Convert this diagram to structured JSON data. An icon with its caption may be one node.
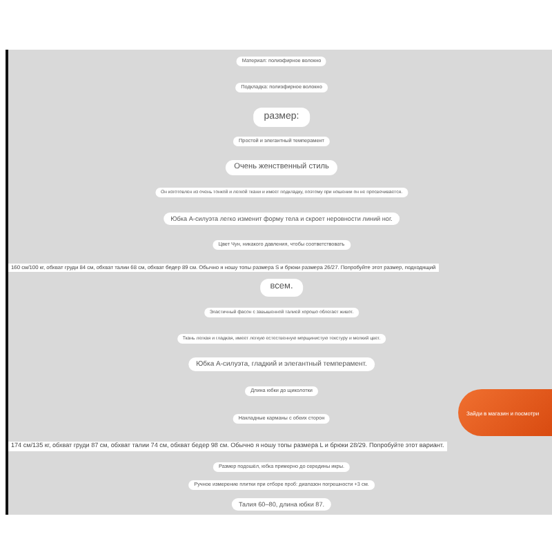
{
  "diagram": {
    "labels": [
      "Материал: полиэфирное волокно",
      "Подкладка: полиэфирное волокно",
      "размер:",
      "Простой и элегантный темперамент",
      "Очень женственный стиль",
      "Он изготовлен из очень тонкой и легкой ткани и имеет подкладку, поэтому при ношении он не просвечивается.",
      "Юбка А-силуэта легко изменит форму тела и скроет неровности линий ног.",
      "Цвет Чун, никакого давления, чтобы соответствовать",
      "160 см/100 кг, обхват груди 84 см, обхват талии 68 см, обхват бедер 89 см. Обычно я ношу топы размера S и брюки размера 26/27. Попробуйте этот размер, подходящий",
      "всем.",
      "Эластичный фасон с завышенной талией хорошо облегает живот.",
      "Ткань легкая и гладкая, имеет легкую естественную морщинистую текстуру и мелкий цвет.",
      "Зайди в магазин и посмотри",
      "Юбка А-силуэта, гладкий и элегантный темперамент.",
      "Длина юбки до щиколотки",
      "Накладные карманы с обеих сторон",
      "174 см/135 кг, обхват груди 87 см, обхват талии 74 см, обхват бедер 98 см. Обычно я ношу топы размера L и брюки 28/29. Попробуйте этот вариант.",
      "Размер подошёл, юбка примерно до середины икры.",
      "Ручное измерение плитки при отборе проб: диапазон погрешности +3 см.",
      "Талия 60–80, длина юбки 87."
    ]
  }
}
